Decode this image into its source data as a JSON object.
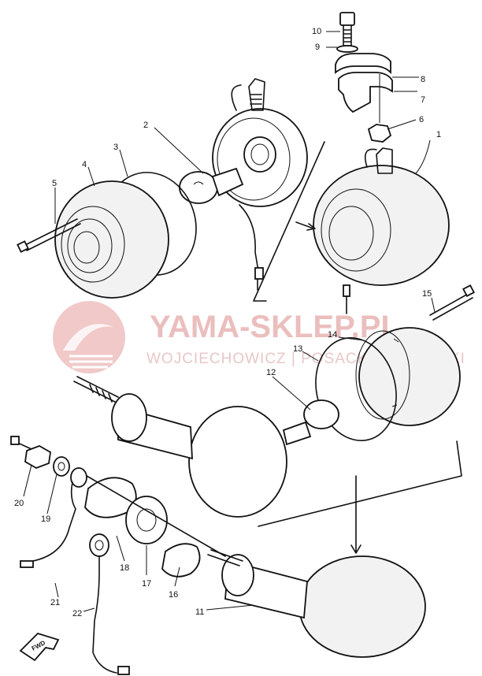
{
  "watermark": {
    "brand": "YAMA-SKLEP.PL",
    "subtitle": "WOJCIECHOWICZ | POSACKI | KAMINSKI"
  },
  "direction_marker": "FWD",
  "callouts": [
    {
      "id": "c1",
      "label": "1"
    },
    {
      "id": "c2",
      "label": "2"
    },
    {
      "id": "c3",
      "label": "3"
    },
    {
      "id": "c4",
      "label": "4"
    },
    {
      "id": "c5",
      "label": "5"
    },
    {
      "id": "c6",
      "label": "6"
    },
    {
      "id": "c7",
      "label": "7"
    },
    {
      "id": "c8",
      "label": "8"
    },
    {
      "id": "c9",
      "label": "9"
    },
    {
      "id": "c10",
      "label": "10"
    },
    {
      "id": "c11",
      "label": "11"
    },
    {
      "id": "c12",
      "label": "12"
    },
    {
      "id": "c13",
      "label": "13"
    },
    {
      "id": "c14",
      "label": "14"
    },
    {
      "id": "c15",
      "label": "15"
    },
    {
      "id": "c16",
      "label": "16"
    },
    {
      "id": "c17",
      "label": "17"
    },
    {
      "id": "c18",
      "label": "18"
    },
    {
      "id": "c19",
      "label": "19"
    },
    {
      "id": "c20",
      "label": "20"
    },
    {
      "id": "c21",
      "label": "21"
    },
    {
      "id": "c22",
      "label": "22"
    }
  ]
}
